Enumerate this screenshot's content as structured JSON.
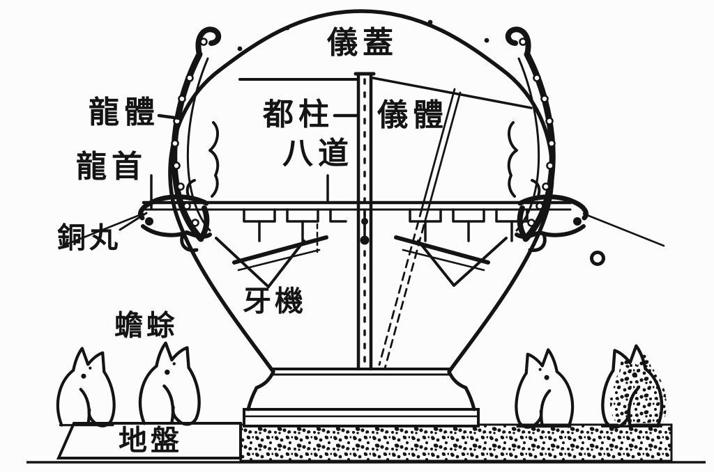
{
  "figure": {
    "type": "labeled cross-section diagram",
    "subject": "Zhang Heng seismoscope (houfeng didongyi) cutaway with Chinese part labels",
    "background_color": "#fcfcfc",
    "ink_color": "#141414"
  },
  "labels": {
    "lid": "儀蓋",
    "dragon_body": "龍體",
    "central_pillar": "都柱",
    "instrument_body": "儀體",
    "dragon_head": "龍首",
    "eight_channels": "八道",
    "copper_ball": "銅丸",
    "trigger_mechanism": "牙機",
    "toad": "蟾蜍",
    "base_plate": "地盤"
  }
}
